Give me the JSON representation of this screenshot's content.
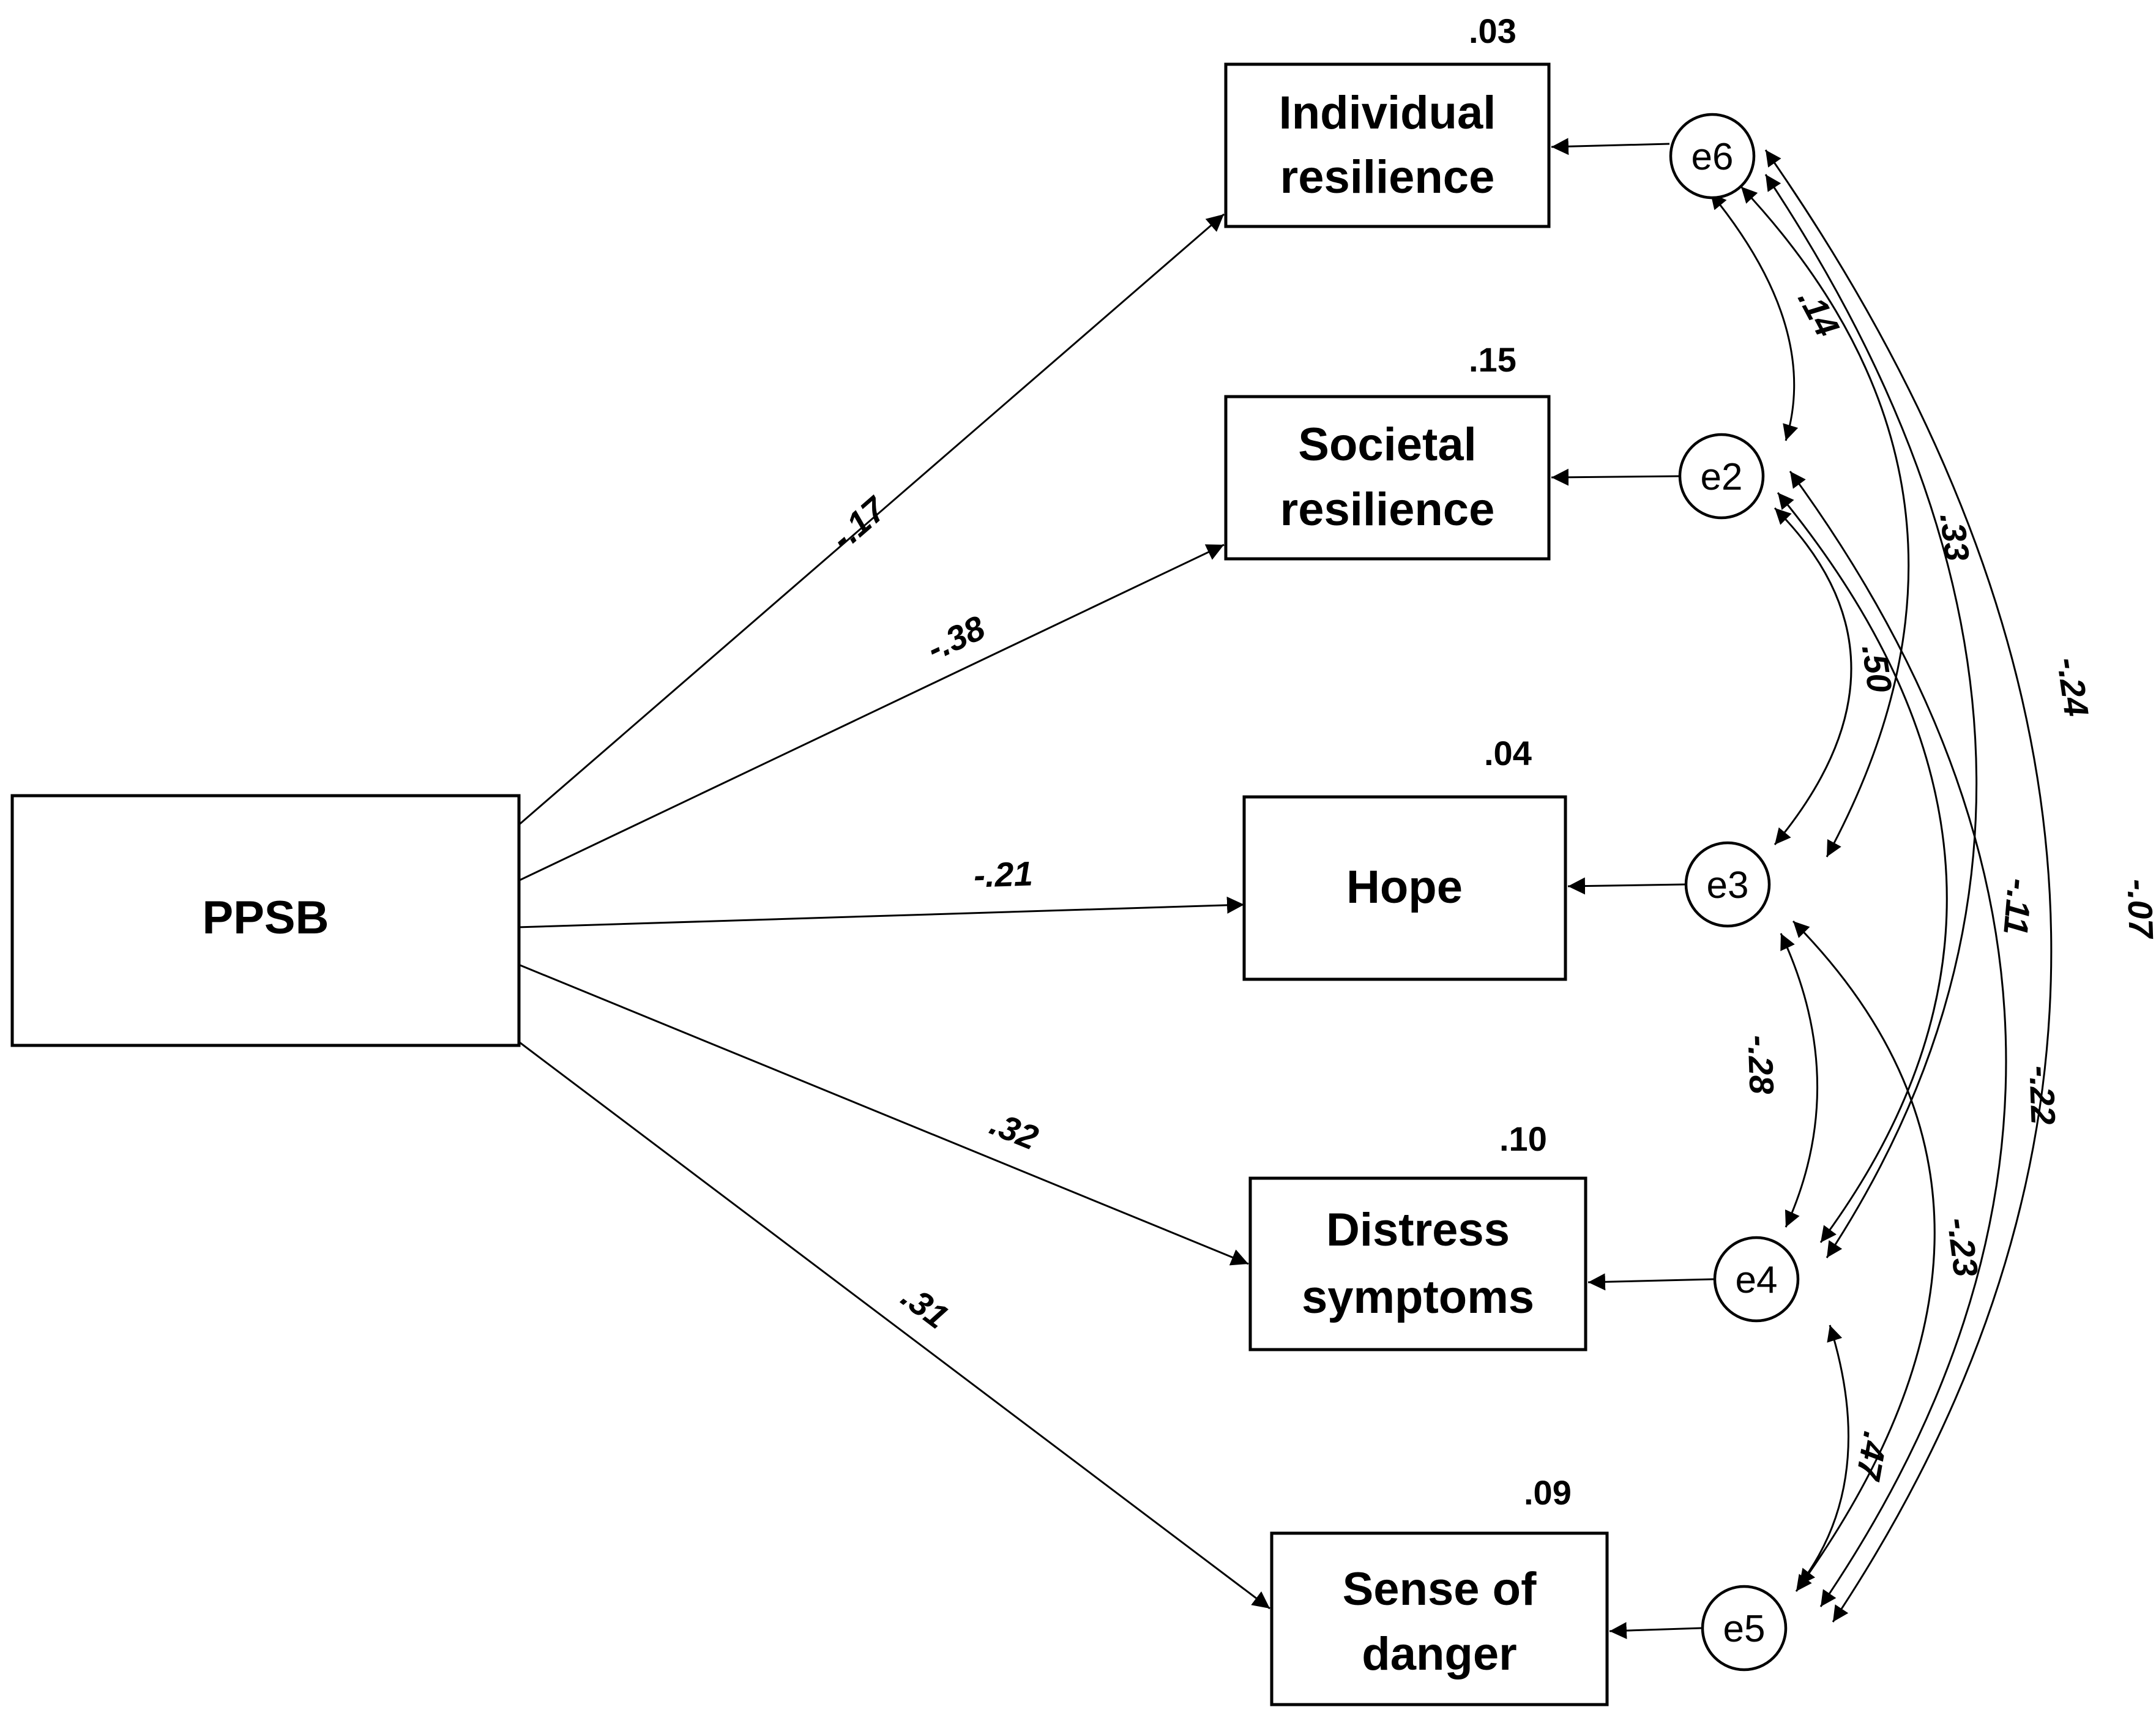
{
  "nodes": {
    "ppsb": {
      "lines": [
        "PPSB"
      ]
    },
    "individual": {
      "lines": [
        "Individual",
        "resilience"
      ],
      "r2": ".03"
    },
    "societal": {
      "lines": [
        "Societal",
        "resilience"
      ],
      "r2": ".15"
    },
    "hope": {
      "lines": [
        "Hope"
      ],
      "r2": ".04"
    },
    "distress": {
      "lines": [
        "Distress",
        "symptoms"
      ],
      "r2": ".10"
    },
    "danger": {
      "lines": [
        "Sense of",
        "danger"
      ],
      "r2": ".09"
    }
  },
  "errors": {
    "e6": "e6",
    "e2": "e2",
    "e3": "e3",
    "e4": "e4",
    "e5": "e5"
  },
  "paths": {
    "individual": "-.17",
    "societal": "-.38",
    "hope": "-.21",
    "distress": ".32",
    "danger": ".31"
  },
  "covariances": {
    "e6_e2": ".14",
    "e6_e3": ".33",
    "e6_e4": "-.24",
    "e6_e5": "-.07",
    "e2_e3": ".50",
    "e2_e4": "-.11",
    "e2_e5": "-.22",
    "e3_e4": "-.28",
    "e3_e5": "-.23",
    "e4_e5": ".47"
  }
}
